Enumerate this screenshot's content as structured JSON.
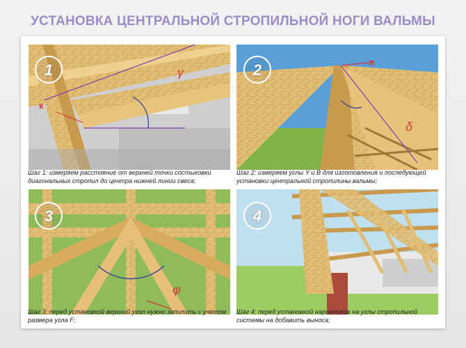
{
  "title": "УСТАНОВКА ЦЕНТРАЛЬНОЙ СТРОПИЛЬНОЙ НОГИ ВАЛЬМЫ",
  "steps": [
    {
      "number": "1",
      "caption": "Шаг 1: измеряем расстояние от верхней точки состыковки диагональных стропил до центра нижней линии свеса;",
      "labels": {
        "k": "к",
        "gamma": "γ"
      }
    },
    {
      "number": "2",
      "caption": "Шаг 2: измеряем углы Y и B  для изготовления и последующей установки центральной стропилины вальмы;",
      "labels": {
        "l": "л",
        "delta": "δ"
      }
    },
    {
      "number": "3",
      "caption": "Шаг 3: перед установкой верхний угол нужно запилить с учетом размера угла F;",
      "labels": {
        "phi": "φ"
      }
    },
    {
      "number": "4",
      "caption": "Шаг 4: перед установкой нарожников на углы стропильной системы на добавить выноса;",
      "labels": {}
    }
  ],
  "colors": {
    "title": "#9b8cc7",
    "wood": "#d9b26a",
    "wood_dark": "#b98a3e",
    "sky": "#5a9fd8",
    "grass": "#7fb34a",
    "brick": "#a94a3b",
    "accent_red": "#d23b3b",
    "arc_blue": "#2f3b9a"
  }
}
